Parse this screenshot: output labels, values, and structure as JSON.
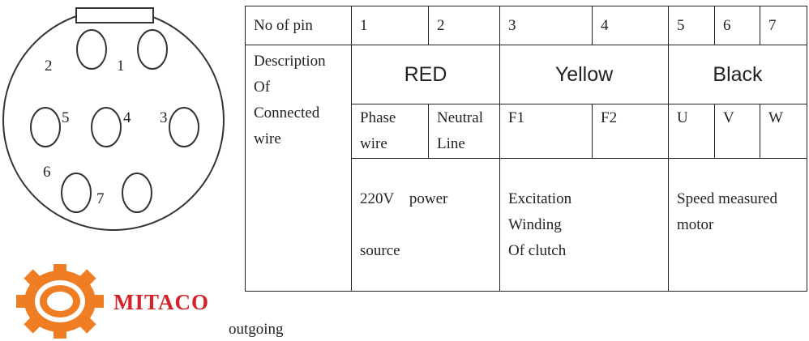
{
  "connector": {
    "pins": [
      {
        "label": "1"
      },
      {
        "label": "2"
      },
      {
        "label": "3"
      },
      {
        "label": "4"
      },
      {
        "label": "5"
      },
      {
        "label": "6"
      },
      {
        "label": "7"
      }
    ]
  },
  "logo": {
    "brand": "MITACO",
    "color": "#ef7d23",
    "text_color": "#d2232a"
  },
  "footer": {
    "text": "outgoing"
  },
  "table": {
    "header_label": "No of pin",
    "pins": [
      "1",
      "2",
      "3",
      "4",
      "5",
      "6",
      "7"
    ],
    "desc_label": "Description\nOf\nConnected\nwire",
    "colors": [
      {
        "name": "RED"
      },
      {
        "name": "Yellow"
      },
      {
        "name": "Black"
      }
    ],
    "wires": [
      {
        "name": "Phase\nwire"
      },
      {
        "name": "Neutral\nLine"
      },
      {
        "name": "F1"
      },
      {
        "name": "F2"
      },
      {
        "name": "U"
      },
      {
        "name": "V"
      },
      {
        "name": "W"
      }
    ],
    "functions": [
      {
        "text": "220V    power\n\nsource"
      },
      {
        "text": "Excitation\nWinding\nOf clutch"
      },
      {
        "text": "Speed measured\nmotor"
      }
    ]
  }
}
